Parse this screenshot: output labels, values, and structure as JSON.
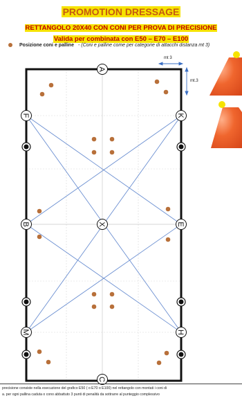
{
  "header": {
    "title": "PROMOTION DRESSAGE",
    "subtitle": "RETTANGOLO 20X40 CON CONI PER PROVA DI PRECISIONE",
    "validity": "Valida per combinata con E50 – E70 – E100"
  },
  "legend": {
    "label": "Posizione coni e palline",
    "note": "- (Coni e palline come per categorie di attacchi distanza mt 3)",
    "marker_color": "#b8703a"
  },
  "measures": {
    "horizontal": "mt 3",
    "vertical": "mt.3"
  },
  "arena": {
    "letters": {
      "top": "A",
      "bottom": "C",
      "center": "X",
      "left_top": "F",
      "right_top": "K",
      "left_middle": "B",
      "right_middle": "E",
      "left_bottom": "M",
      "right_bottom": "H"
    }
  },
  "footer": {
    "line1": "precisione consiste nella esecuzione del grafico E50 ( o E70 o E100) nel rettangolo con montati i coni di",
    "line2": "a. per ogni pallina caduta o cono abbattuto 3 punti di penalità da sottrarre al punteggio complessivo"
  },
  "colors": {
    "title_text": "#c55a11",
    "subtitle_text": "#c00000",
    "highlight": "#f6e300",
    "cone": "#e8622a",
    "ball": "#b8703a",
    "diagonal": "#6b8fd1"
  }
}
